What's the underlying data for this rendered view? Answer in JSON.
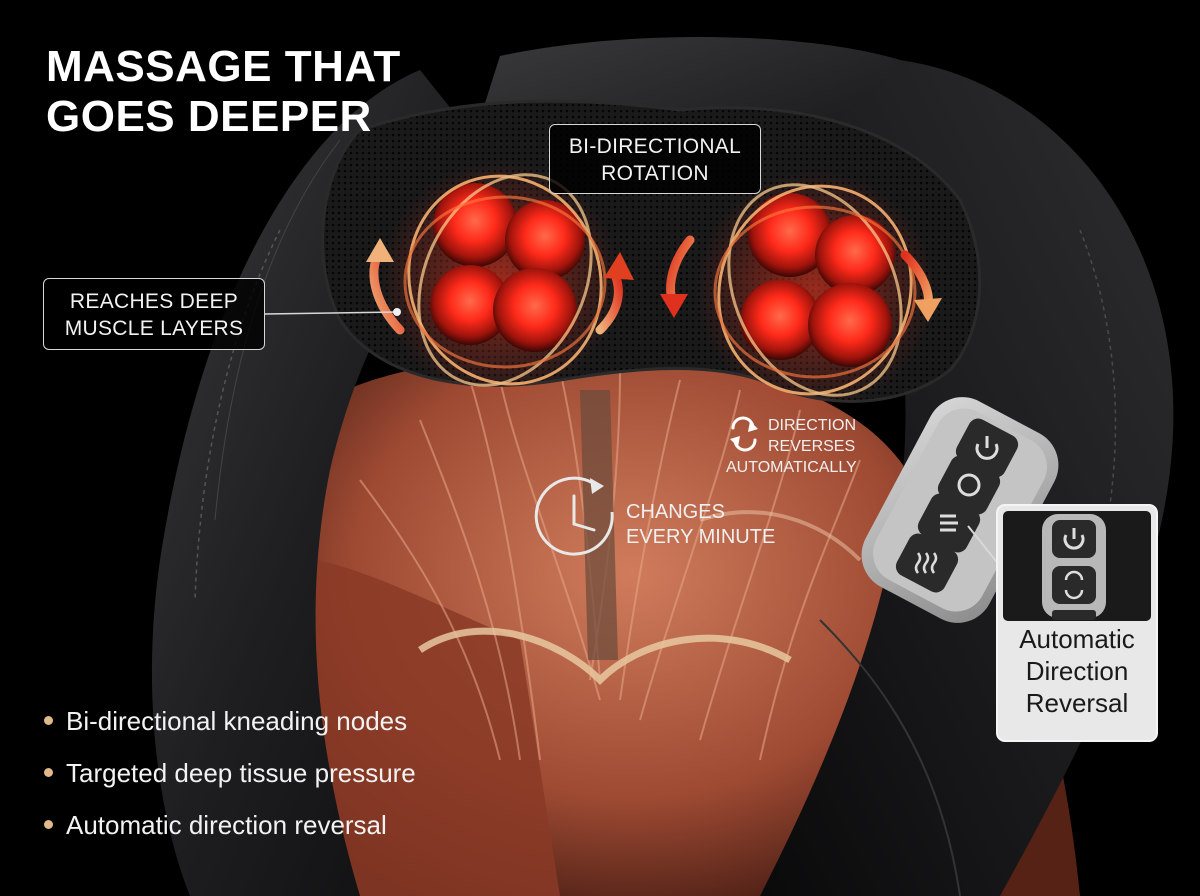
{
  "headline": {
    "line1": "MASSAGE THAT",
    "line2": "GOES DEEPER"
  },
  "callouts": {
    "rotation": {
      "line1": "BI-DIRECTIONAL",
      "line2": "ROTATION"
    },
    "muscle": {
      "line1": "REACHES DEEP",
      "line2": "MUSCLE LAYERS"
    }
  },
  "annotations": {
    "reverses": {
      "line1": "DIRECTION",
      "line2": "REVERSES",
      "line3": "AUTOMATICALLY"
    },
    "minute": {
      "line1": "CHANGES",
      "line2": "EVERY MINUTE"
    }
  },
  "inset": {
    "line1": "Automatic",
    "line2": "Direction",
    "line3": "Reversal"
  },
  "bullets": [
    "Bi-directional kneading nodes",
    "Targeted deep tissue pressure",
    "Automatic direction reversal"
  ],
  "control_buttons": [
    "power-icon",
    "direction-icon",
    "intensity-icon",
    "heat-icon"
  ],
  "colors": {
    "background": "#000000",
    "leather": "#1e1e20",
    "node_glow": "#ff2a1a",
    "arrow_gradient_start": "#f0b27a",
    "arrow_gradient_end": "#e0301e",
    "muscle": "#b4583e",
    "bullet": "#e2b98a"
  }
}
